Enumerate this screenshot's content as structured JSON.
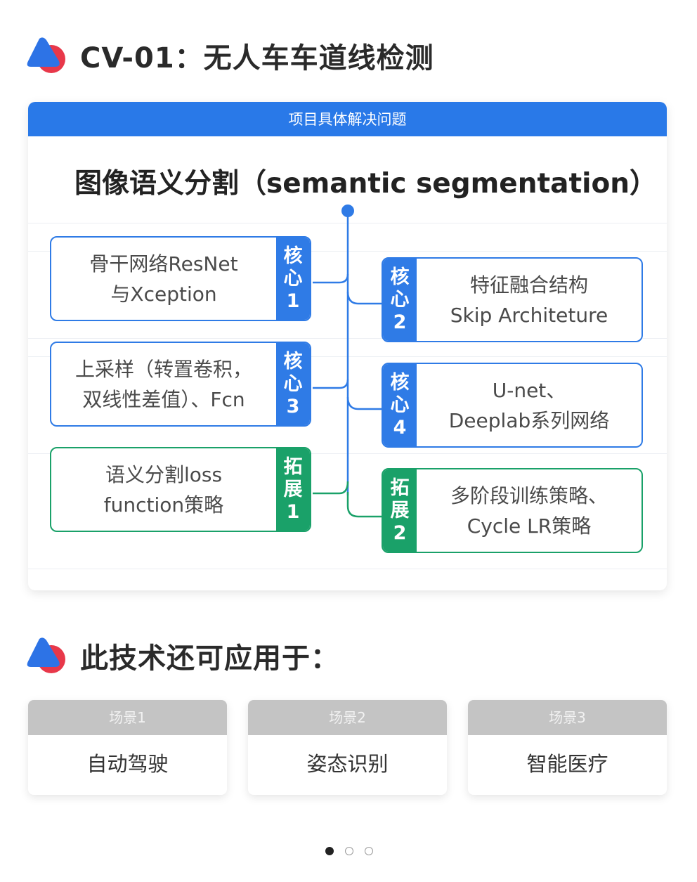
{
  "heading1": {
    "title": "CV-01：无人车车道线检测",
    "icon": "logo-icon"
  },
  "card": {
    "header": "项目具体解决问题",
    "subtitle": "图像语义分割（semantic segmentation）",
    "nodes": [
      {
        "tag": [
          "核",
          "心",
          "1"
        ],
        "lines": [
          "骨干网络ResNet",
          "与Xception"
        ],
        "color": "blue"
      },
      {
        "tag": [
          "核",
          "心",
          "2"
        ],
        "lines": [
          "特征融合结构",
          "Skip Architeture"
        ],
        "color": "blue"
      },
      {
        "tag": [
          "核",
          "心",
          "3"
        ],
        "lines": [
          "上采样（转置卷积，",
          "双线性差值）、Fcn"
        ],
        "color": "blue"
      },
      {
        "tag": [
          "核",
          "心",
          "4"
        ],
        "lines": [
          "U-net、",
          "Deeplab系列网络"
        ],
        "color": "blue"
      },
      {
        "tag": [
          "拓",
          "展",
          "1"
        ],
        "lines": [
          "语义分割loss",
          "function策略"
        ],
        "color": "green"
      },
      {
        "tag": [
          "拓",
          "展",
          "2"
        ],
        "lines": [
          "多阶段训练策略、",
          "Cycle LR策略"
        ],
        "color": "green"
      }
    ],
    "colors": {
      "blue": "#2f7be6",
      "green": "#1aa169",
      "header": "#2979e8"
    }
  },
  "heading2": {
    "title": "此技术还可应用于：",
    "icon": "logo-icon"
  },
  "scenes": [
    {
      "header": "场景1",
      "label": "自动驾驶"
    },
    {
      "header": "场景2",
      "label": "姿态识别"
    },
    {
      "header": "场景3",
      "label": "智能医疗"
    }
  ],
  "pagination": {
    "total": 3,
    "active": 1
  }
}
